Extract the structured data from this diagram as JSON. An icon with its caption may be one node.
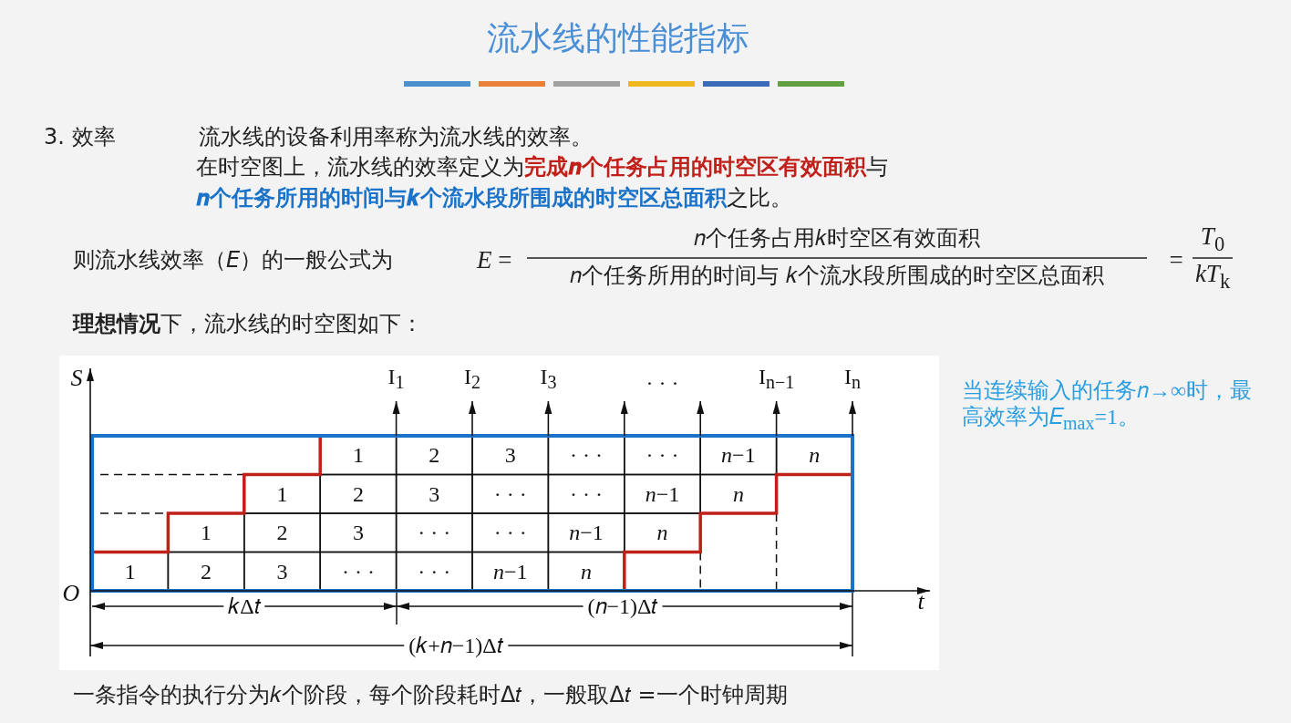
{
  "diagram": {
    "title": "流水线的性能指标",
    "labels": [
      "3. 效率",
      "流水线的设备利用率称为流水线的效率。",
      "在时空图上，流水线的效率定义为",
      "完成𝒏个任务占用的时空区有效面积",
      "与",
      "𝒏个任务所用的时间与𝒌个流水段所围成的时空区总面积",
      "之比。",
      "则流水线效率（*E*）的一般公式为",
      "*E* =",
      "𝑛个任务占用𝑘时空区有效面积",
      "𝑛个任务所用的时间与 𝑘个流水段所围成的时空区总面积",
      "=",
      "*T*$_{0}$",
      "*kT*$_{k}$",
      "**理想情况**下，流水线的时空图如下：",
      "*S*",
      "*O*",
      "*t*",
      "I$_{1}$",
      "I$_{2}$",
      "I$_{3}$",
      "· · ·",
      "I$_{n−1}$",
      "I$_{n}$",
      "1",
      "2",
      "3",
      "· · ·",
      "· · ·",
      "*n*−1",
      "*n*",
      "1",
      "2",
      "3",
      "· · ·",
      "· · ·",
      "*n*−1",
      "*n*",
      "1",
      "2",
      "3",
      "· · ·",
      "· · ·",
      "*n*−1",
      "*n*",
      "1",
      "2",
      "3",
      "· · ·",
      "· · ·",
      "*n*−1",
      "*n*",
      "𝑘Δ𝑡",
      "(𝑛−1)Δ𝑡",
      "(𝑘+𝑛−1)Δ𝑡",
      "当连续输入的任务𝑛→∞时，最高效率为𝐸$_{max}$=1。",
      "一条指令的执行分为𝑘个阶段，每个阶段耗时Δ𝑡，一般取Δ𝑡 =一个时钟周期"
    ]
  }
}
